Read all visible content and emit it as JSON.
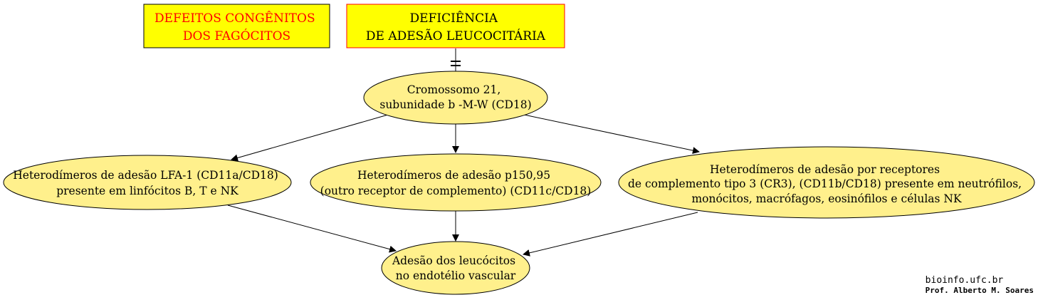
{
  "diagram": {
    "title_box": {
      "lines": [
        "DEFEITOS CONGÊNITOS",
        "DOS FAGÓCITOS"
      ],
      "text_color": "#ff0000",
      "fill": "#ffff00"
    },
    "topic_box": {
      "lines": [
        "DEFICIÊNCIA",
        "DE ADESÃO LEUCOCITÁRIA"
      ],
      "text_color": "#000000",
      "fill": "#ffff00"
    },
    "node_fill": "#fff08c",
    "nodes": {
      "chromosome": {
        "lines": [
          "Cromossomo 21,",
          "subunidade b -M-W (CD18)"
        ]
      },
      "lfa1": {
        "lines": [
          "Heterodímeros de adesão LFA-1 (CD11a/CD18)",
          "presente em linfócitos B, T e NK"
        ]
      },
      "p150": {
        "lines": [
          "Heterodímeros de adesão p150,95",
          "(outro receptor de complemento) (CD11c/CD18)"
        ]
      },
      "cr3": {
        "lines": [
          "Heterodímeros de adesão por receptores",
          "de complemento tipo 3 (CR3), (CD11b/CD18) presente em neutrófilos,",
          "monócitos, macrófagos, eosinófilos e células NK"
        ]
      },
      "adhesion": {
        "lines": [
          "Adesão dos leucócitos",
          "no endotélio vascular"
        ]
      }
    }
  },
  "credits": {
    "site": "bioinfo.ufc.br",
    "author": "Prof. Alberto M. Soares"
  }
}
